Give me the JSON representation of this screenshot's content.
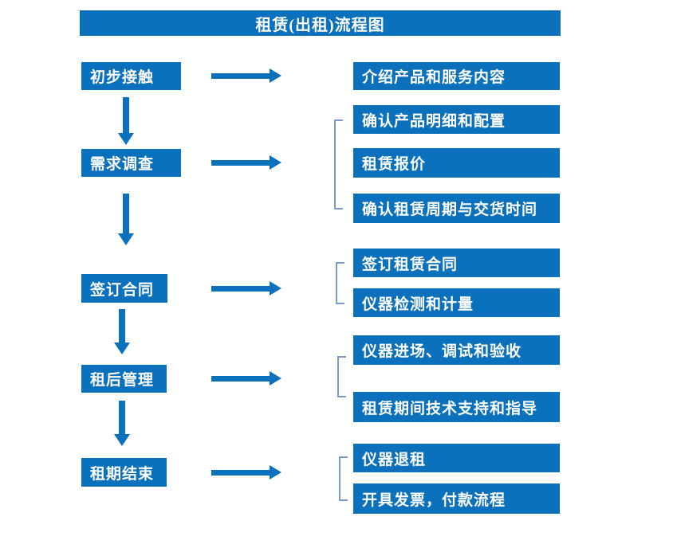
{
  "title": "租赁(出租)流程图",
  "colors": {
    "primary": "#0C71BC",
    "bracket": "#7C9AC8",
    "text": "#FFFFFF",
    "background": "#FFFFFF"
  },
  "steps": [
    {
      "label": "初步接触",
      "details": [
        "介绍产品和服务内容"
      ]
    },
    {
      "label": "需求调查",
      "details": [
        "确认产品明细和配置",
        "租赁报价",
        "确认租赁周期与交货时间"
      ]
    },
    {
      "label": "签订合同",
      "details": [
        "签订租赁合同",
        "仪器检测和计量"
      ]
    },
    {
      "label": "租后管理",
      "details": [
        "仪器进场、调试和验收",
        "租赁期间技术支持和指导"
      ]
    },
    {
      "label": "租期结束",
      "details": [
        "仪器退租",
        "开具发票，付款流程"
      ]
    }
  ]
}
